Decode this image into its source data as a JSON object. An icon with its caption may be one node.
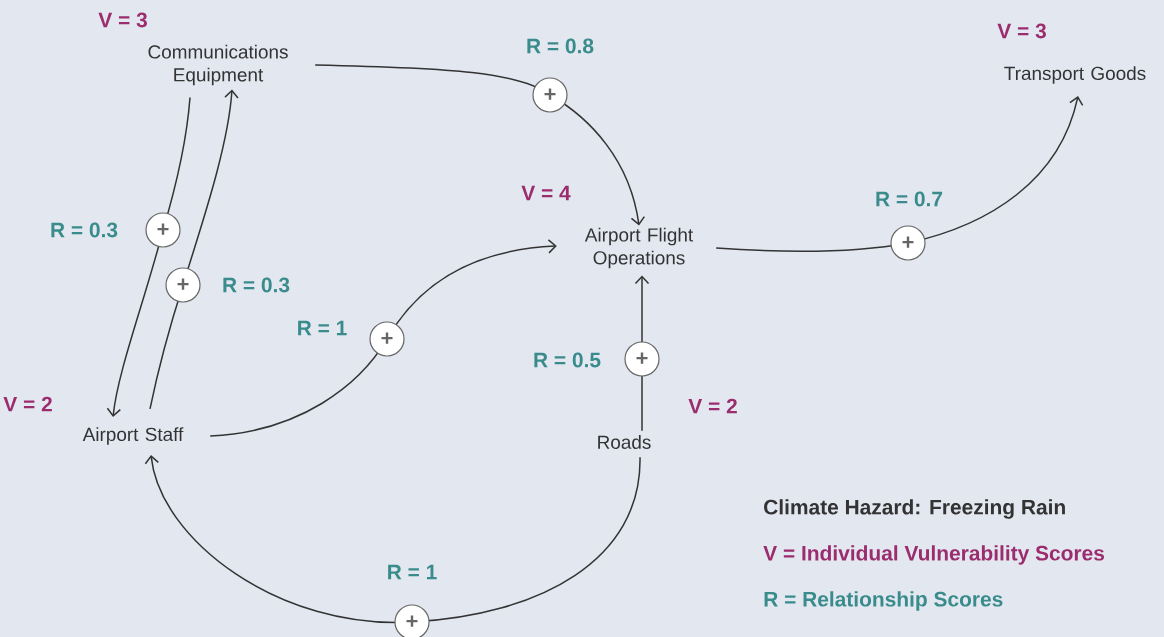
{
  "diagram": {
    "nodes": [
      {
        "text": [
          "Communications Equipment"
        ],
        "beside": [
          "V = 3"
        ]
      },
      {
        "text": [
          "Transport Goods"
        ],
        "beside": [
          "V = 3"
        ]
      },
      {
        "text": [
          "Airport Flight Operations"
        ],
        "beside": [
          "V = 4"
        ]
      },
      {
        "text": [
          "Airport Staff"
        ],
        "beside": [
          "V = 2"
        ]
      },
      {
        "text": [
          "Roads"
        ],
        "beside": [
          "V = 2"
        ]
      }
    ],
    "edges": [
      {
        "from": 0,
        "to": 2,
        "arrow": "to",
        "label": "R = 0.8"
      },
      {
        "from": 2,
        "to": 1,
        "arrow": "to",
        "label": "R = 0.7"
      },
      {
        "from": 0,
        "to": 3,
        "arrow": "to",
        "label": "R = 0.3"
      },
      {
        "from": 3,
        "to": 0,
        "arrow": "to",
        "label": "R = 0.3"
      },
      {
        "from": 3,
        "to": 2,
        "arrow": "to",
        "label": "R = 1"
      },
      {
        "from": 4,
        "to": 2,
        "arrow": "to",
        "label": "R = 0.5"
      },
      {
        "from": 4,
        "to": 3,
        "arrow": "to",
        "label": "R = 1"
      }
    ],
    "labels": [
      "+",
      "+",
      "+",
      "+",
      "+",
      "+",
      "+",
      "Climate Hazard: Freezing Rain",
      "V = Individual Vulnerability Scores",
      "R = Relationship Scores"
    ]
  }
}
